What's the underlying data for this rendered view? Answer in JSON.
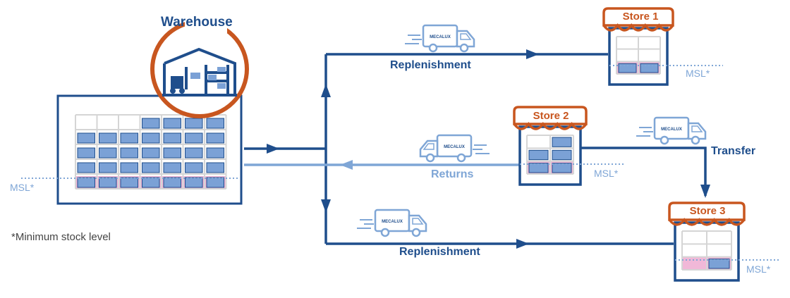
{
  "warehouse": {
    "title": "Warehouse",
    "msl_label": "MSL*"
  },
  "stores": [
    {
      "name": "Store 1",
      "msl_label": "MSL*"
    },
    {
      "name": "Store 2",
      "msl_label": "MSL*"
    },
    {
      "name": "Store 3",
      "msl_label": "MSL*"
    }
  ],
  "flows": {
    "replenishment_top": "Replenishment",
    "returns": "Returns",
    "transfer": "Transfer",
    "replenishment_bottom": "Replenishment"
  },
  "truck_brand": "MECALUX",
  "footnote": "*Minimum stock level",
  "colors": {
    "primary_blue": "#1f4e8c",
    "light_blue": "#7fa6d6",
    "orange": "#c8561f",
    "pink": "#f1b8d8",
    "box": "#7ba1d6"
  }
}
